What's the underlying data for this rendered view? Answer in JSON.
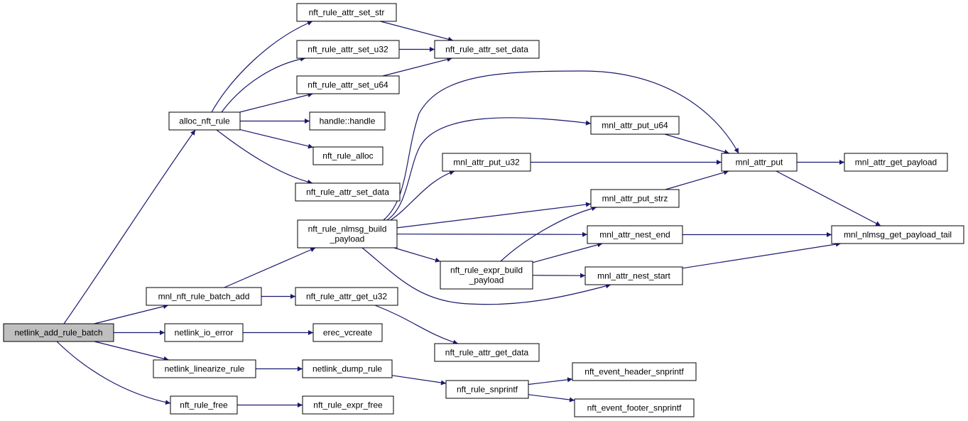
{
  "colors": {
    "edge": "#191970",
    "node_fill": "#ffffff",
    "node_stroke": "#000000",
    "root_fill": "#bfbfbf"
  },
  "nodes": {
    "root": {
      "lines": [
        "netlink_add_rule_batch"
      ]
    },
    "alloc_nft_rule": {
      "lines": [
        "alloc_nft_rule"
      ]
    },
    "mnl_nft_rule_batch_add": {
      "lines": [
        "mnl_nft_rule_batch_add"
      ]
    },
    "netlink_io_error": {
      "lines": [
        "netlink_io_error"
      ]
    },
    "netlink_linearize_rule": {
      "lines": [
        "netlink_linearize_rule"
      ]
    },
    "nft_rule_free": {
      "lines": [
        "nft_rule_free"
      ]
    },
    "nft_rule_attr_set_str": {
      "lines": [
        "nft_rule_attr_set_str"
      ]
    },
    "nft_rule_attr_set_u32": {
      "lines": [
        "nft_rule_attr_set_u32"
      ]
    },
    "nft_rule_attr_set_u64": {
      "lines": [
        "nft_rule_attr_set_u64"
      ]
    },
    "handle_handle": {
      "lines": [
        "handle::handle"
      ]
    },
    "nft_rule_alloc": {
      "lines": [
        "nft_rule_alloc"
      ]
    },
    "nft_rule_attr_set_data_b": {
      "lines": [
        "nft_rule_attr_set_data"
      ]
    },
    "nft_rule_nlmsg_build_payload": {
      "lines": [
        "nft_rule_nlmsg_build",
        "_payload"
      ]
    },
    "nft_rule_attr_get_u32": {
      "lines": [
        "nft_rule_attr_get_u32"
      ]
    },
    "erec_vcreate": {
      "lines": [
        "erec_vcreate"
      ]
    },
    "netlink_dump_rule": {
      "lines": [
        "netlink_dump_rule"
      ]
    },
    "nft_rule_expr_free": {
      "lines": [
        "nft_rule_expr_free"
      ]
    },
    "nft_rule_attr_set_data_a": {
      "lines": [
        "nft_rule_attr_set_data"
      ]
    },
    "mnl_attr_put_u32": {
      "lines": [
        "mnl_attr_put_u32"
      ]
    },
    "nft_rule_expr_build_payload": {
      "lines": [
        "nft_rule_expr_build",
        "_payload"
      ]
    },
    "nft_rule_attr_get_data": {
      "lines": [
        "nft_rule_attr_get_data"
      ]
    },
    "nft_rule_snprintf": {
      "lines": [
        "nft_rule_snprintf"
      ]
    },
    "mnl_attr_put_u64": {
      "lines": [
        "mnl_attr_put_u64"
      ]
    },
    "mnl_attr_put_strz": {
      "lines": [
        "mnl_attr_put_strz"
      ]
    },
    "mnl_attr_nest_end": {
      "lines": [
        "mnl_attr_nest_end"
      ]
    },
    "mnl_attr_nest_start": {
      "lines": [
        "mnl_attr_nest_start"
      ]
    },
    "nft_event_header_snprintf": {
      "lines": [
        "nft_event_header_snprintf"
      ]
    },
    "nft_event_footer_snprintf": {
      "lines": [
        "nft_event_footer_snprintf"
      ]
    },
    "mnl_attr_put": {
      "lines": [
        "mnl_attr_put"
      ]
    },
    "mnl_attr_get_payload": {
      "lines": [
        "mnl_attr_get_payload"
      ]
    },
    "mnl_nlmsg_get_payload_tail": {
      "lines": [
        "mnl_nlmsg_get_payload_tail"
      ]
    }
  },
  "edges": [
    [
      "root",
      "alloc_nft_rule"
    ],
    [
      "root",
      "mnl_nft_rule_batch_add"
    ],
    [
      "root",
      "netlink_io_error"
    ],
    [
      "root",
      "netlink_linearize_rule"
    ],
    [
      "root",
      "nft_rule_free"
    ],
    [
      "alloc_nft_rule",
      "nft_rule_attr_set_str"
    ],
    [
      "alloc_nft_rule",
      "nft_rule_attr_set_u32"
    ],
    [
      "alloc_nft_rule",
      "nft_rule_attr_set_u64"
    ],
    [
      "alloc_nft_rule",
      "handle_handle"
    ],
    [
      "alloc_nft_rule",
      "nft_rule_alloc"
    ],
    [
      "alloc_nft_rule",
      "nft_rule_attr_set_data_b"
    ],
    [
      "nft_rule_attr_set_str",
      "nft_rule_attr_set_data_a"
    ],
    [
      "nft_rule_attr_set_u32",
      "nft_rule_attr_set_data_a"
    ],
    [
      "nft_rule_attr_set_u64",
      "nft_rule_attr_set_data_a"
    ],
    [
      "mnl_nft_rule_batch_add",
      "nft_rule_nlmsg_build_payload"
    ],
    [
      "mnl_nft_rule_batch_add",
      "nft_rule_attr_get_u32"
    ],
    [
      "nft_rule_attr_get_u32",
      "nft_rule_attr_get_data"
    ],
    [
      "netlink_io_error",
      "erec_vcreate"
    ],
    [
      "netlink_linearize_rule",
      "netlink_dump_rule"
    ],
    [
      "netlink_dump_rule",
      "nft_rule_snprintf"
    ],
    [
      "nft_rule_snprintf",
      "nft_event_header_snprintf"
    ],
    [
      "nft_rule_snprintf",
      "nft_event_footer_snprintf"
    ],
    [
      "nft_rule_free",
      "nft_rule_expr_free"
    ],
    [
      "nft_rule_nlmsg_build_payload",
      "mnl_attr_put"
    ],
    [
      "nft_rule_nlmsg_build_payload",
      "mnl_attr_put_u64"
    ],
    [
      "nft_rule_nlmsg_build_payload",
      "mnl_attr_put_u32"
    ],
    [
      "nft_rule_nlmsg_build_payload",
      "mnl_attr_put_strz"
    ],
    [
      "nft_rule_nlmsg_build_payload",
      "mnl_attr_nest_end"
    ],
    [
      "nft_rule_nlmsg_build_payload",
      "nft_rule_expr_build_payload"
    ],
    [
      "nft_rule_nlmsg_build_payload",
      "mnl_attr_nest_start"
    ],
    [
      "nft_rule_expr_build_payload",
      "mnl_attr_put_strz"
    ],
    [
      "nft_rule_expr_build_payload",
      "mnl_attr_nest_end"
    ],
    [
      "nft_rule_expr_build_payload",
      "mnl_attr_nest_start"
    ],
    [
      "mnl_attr_put_u64",
      "mnl_attr_put"
    ],
    [
      "mnl_attr_put_u32",
      "mnl_attr_put"
    ],
    [
      "mnl_attr_put_strz",
      "mnl_attr_put"
    ],
    [
      "mnl_attr_put",
      "mnl_attr_get_payload"
    ],
    [
      "mnl_attr_put",
      "mnl_nlmsg_get_payload_tail"
    ],
    [
      "mnl_attr_nest_end",
      "mnl_nlmsg_get_payload_tail"
    ],
    [
      "mnl_attr_nest_start",
      "mnl_nlmsg_get_payload_tail"
    ]
  ]
}
